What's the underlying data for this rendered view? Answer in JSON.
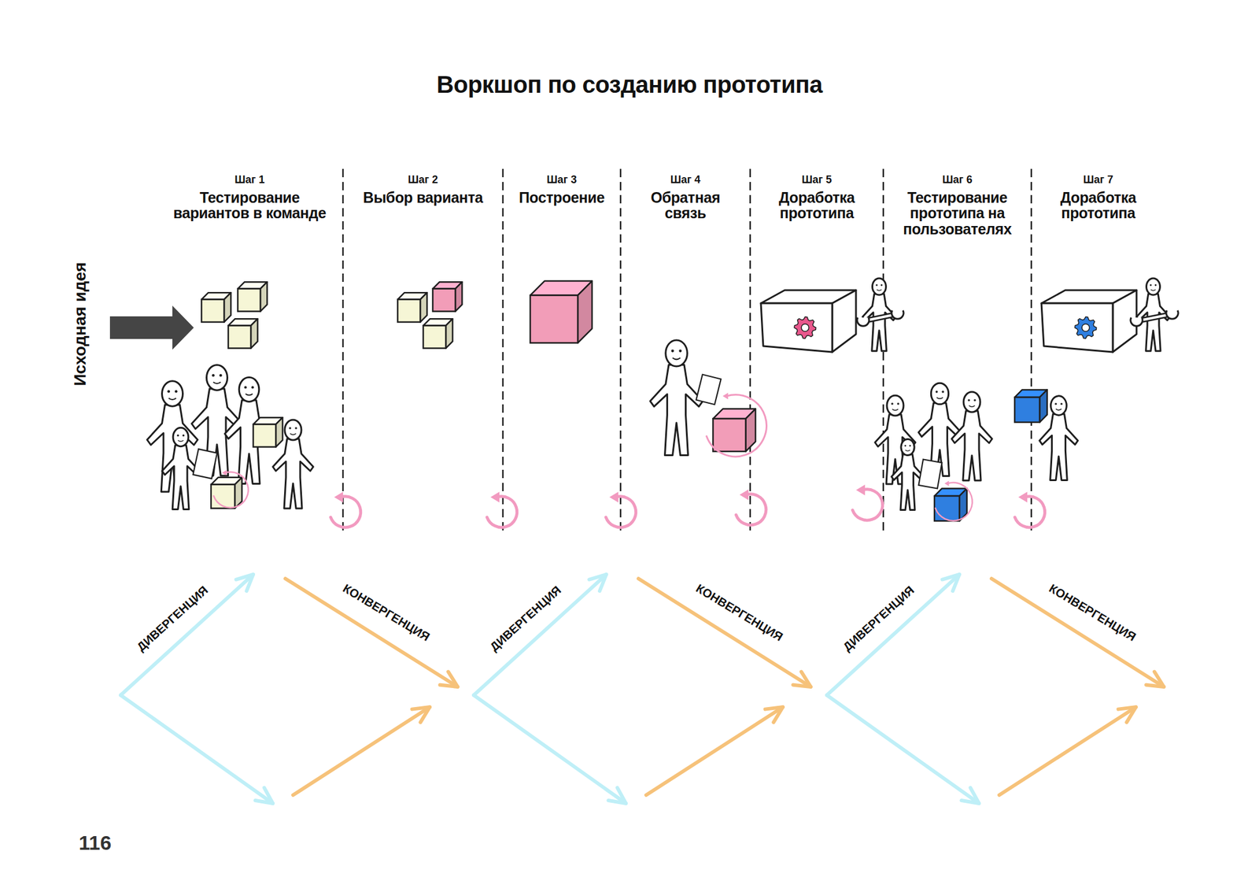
{
  "diagram": {
    "title": "Воркшоп по созданию прототипа",
    "nodes": [
      {
        "text": [
          "Шаг 1",
          "Тестирование вариантов в команде"
        ]
      },
      {
        "text": [
          "Шаг 2",
          "Выбор варианта"
        ]
      },
      {
        "text": [
          "Шаг 3",
          "Построение"
        ]
      },
      {
        "text": [
          "Шаг 4",
          "Обратная связь"
        ]
      },
      {
        "text": [
          "Шаг 5",
          "Доработка прототипа"
        ]
      },
      {
        "text": [
          "Шаг 6",
          "Тестирование прототипа на пользователях"
        ]
      },
      {
        "text": [
          "Шаг 7",
          "Доработка прототипа"
        ]
      }
    ],
    "labels": [
      "Исходная идея",
      "ДИВЕРГЕНЦИЯ",
      "КОНВЕРГЕНЦИЯ",
      "ДИВЕРГЕНЦИЯ",
      "КОНВЕРГЕНЦИЯ",
      "ДИВЕРГЕНЦИЯ",
      "КОНВЕРГЕНЦИЯ",
      "116"
    ]
  }
}
